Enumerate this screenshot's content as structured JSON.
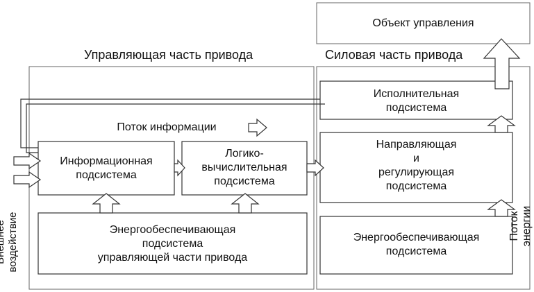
{
  "control_object": "Объект управления",
  "control_part": {
    "title": "Управляющая часть привода",
    "info_flow": "Поток информации",
    "info_subsystem": [
      "Информационная",
      "подсистема"
    ],
    "logic_subsystem": [
      "Логико-",
      "вычислительная",
      "подсистема"
    ],
    "power_subsystem": [
      "Энергообеспечивающая",
      "подсистема",
      "управляющей части привода"
    ]
  },
  "power_part": {
    "title": "Силовая часть привода",
    "actuator_subsystem": [
      "Исполнительная",
      "подсистема"
    ],
    "regulating_subsystem": [
      "Направляющая",
      "и",
      "регулирующая",
      "подсистема"
    ],
    "power_subsystem": [
      "Энергообеспечивающая",
      "подсистема"
    ],
    "energy_flow": [
      "Поток",
      "энергии"
    ]
  },
  "external_action": [
    "Внешнее",
    "воздействие"
  ]
}
